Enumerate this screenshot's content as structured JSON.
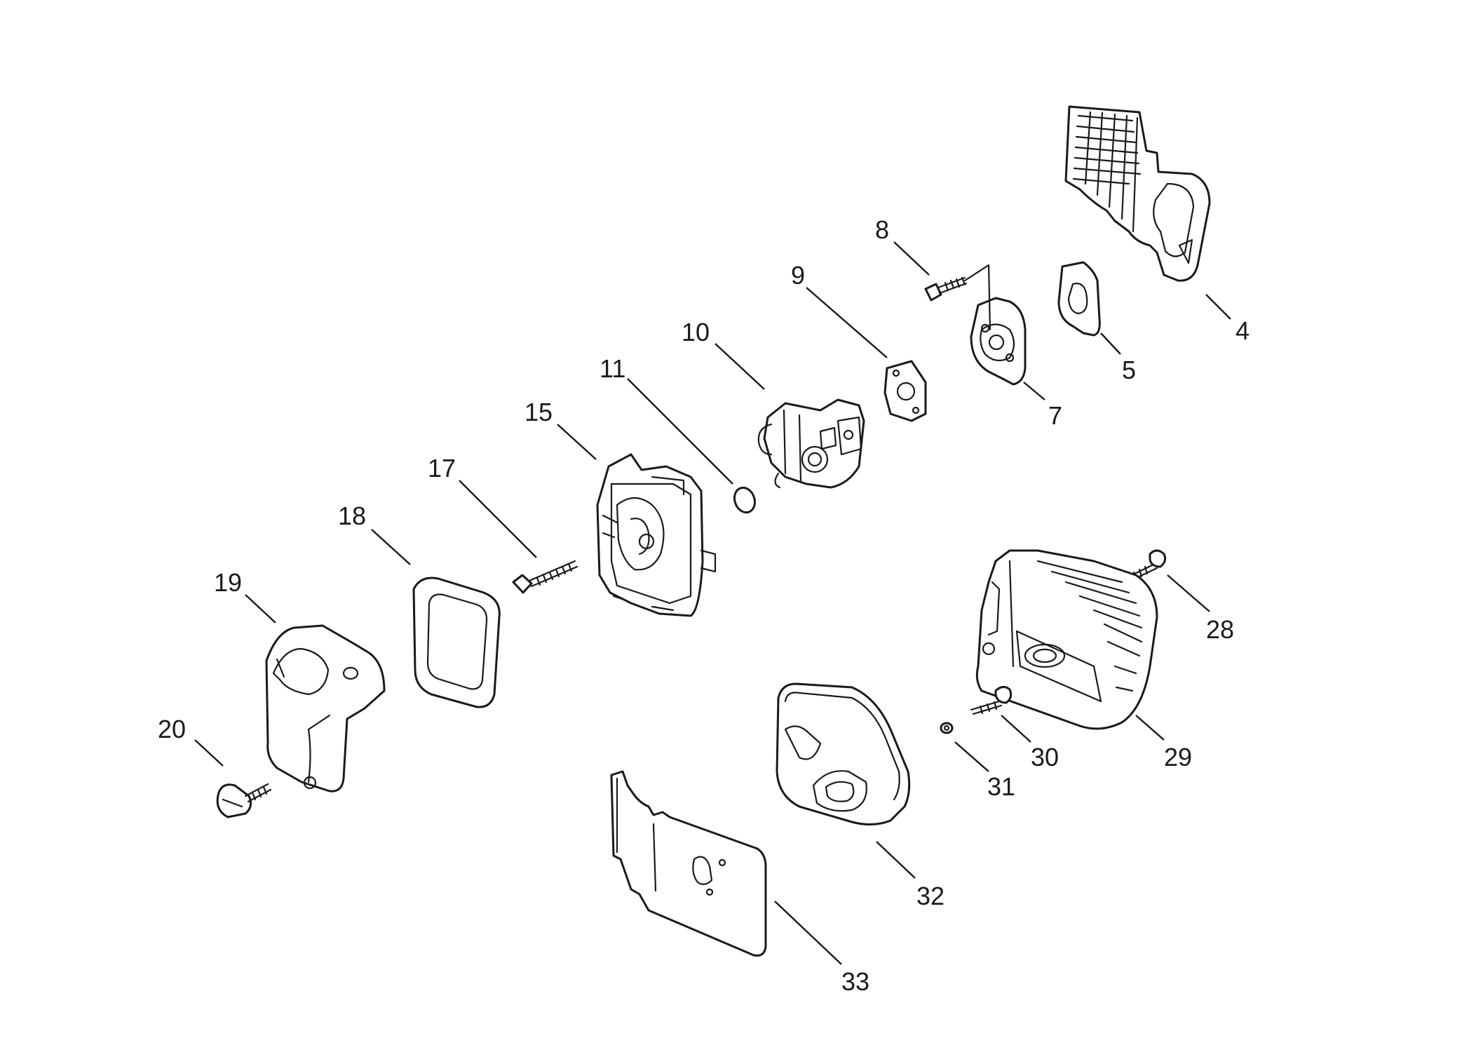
{
  "diagram": {
    "colors": {
      "ink": "#1a1a1a",
      "background": "#ffffff"
    },
    "callouts": [
      {
        "id": "4",
        "label": "4"
      },
      {
        "id": "5",
        "label": "5"
      },
      {
        "id": "7",
        "label": "7"
      },
      {
        "id": "8",
        "label": "8"
      },
      {
        "id": "9",
        "label": "9"
      },
      {
        "id": "10",
        "label": "10"
      },
      {
        "id": "11",
        "label": "11"
      },
      {
        "id": "15",
        "label": "15"
      },
      {
        "id": "17",
        "label": "17"
      },
      {
        "id": "18",
        "label": "18"
      },
      {
        "id": "19",
        "label": "19"
      },
      {
        "id": "20",
        "label": "20"
      },
      {
        "id": "28",
        "label": "28"
      },
      {
        "id": "29",
        "label": "29"
      },
      {
        "id": "30",
        "label": "30"
      },
      {
        "id": "31",
        "label": "31"
      },
      {
        "id": "32",
        "label": "32"
      },
      {
        "id": "33",
        "label": "33"
      }
    ]
  }
}
